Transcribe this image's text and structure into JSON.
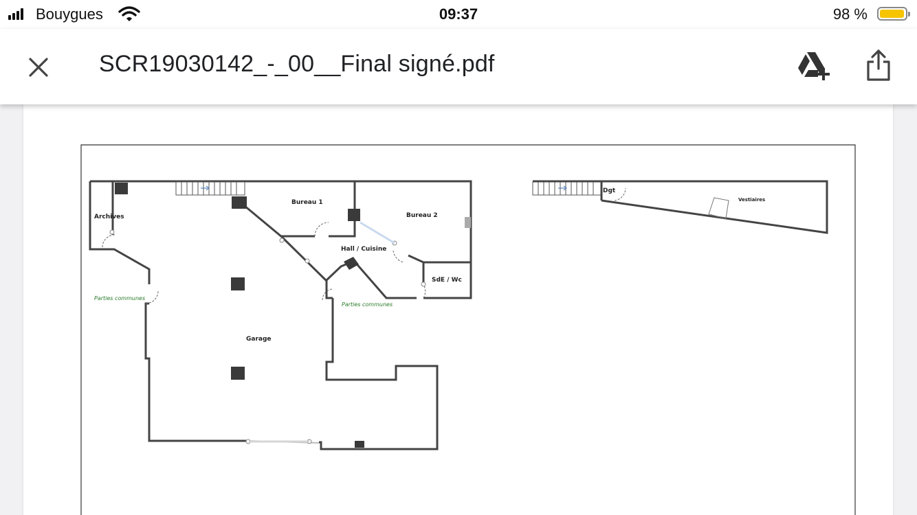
{
  "status_bar": {
    "carrier": "Bouygues",
    "time": "09:37",
    "battery_percent_text": "98 %",
    "battery_level": 0.98,
    "battery_color": "#f6c400",
    "signal_icon": "cellular-signal-icon",
    "wifi_icon": "wifi-icon"
  },
  "toolbar": {
    "title": "SCR19030142_-_00__Final signé.pdf",
    "close_icon": "close-icon",
    "drive_icon": "add-to-drive-icon",
    "share_icon": "share-icon"
  },
  "floor_plan": {
    "rooms": {
      "archives": "Archives",
      "bureau1": "Bureau 1",
      "bureau2": "Bureau 2",
      "hall": "Hall / Cuisine",
      "sde": "SdE / Wc",
      "garage": "Garage",
      "dgt": "Dgt",
      "vestiaires": "Vestiaires"
    },
    "common_areas": {
      "left": "Parties communes",
      "center": "Parties communes"
    }
  }
}
